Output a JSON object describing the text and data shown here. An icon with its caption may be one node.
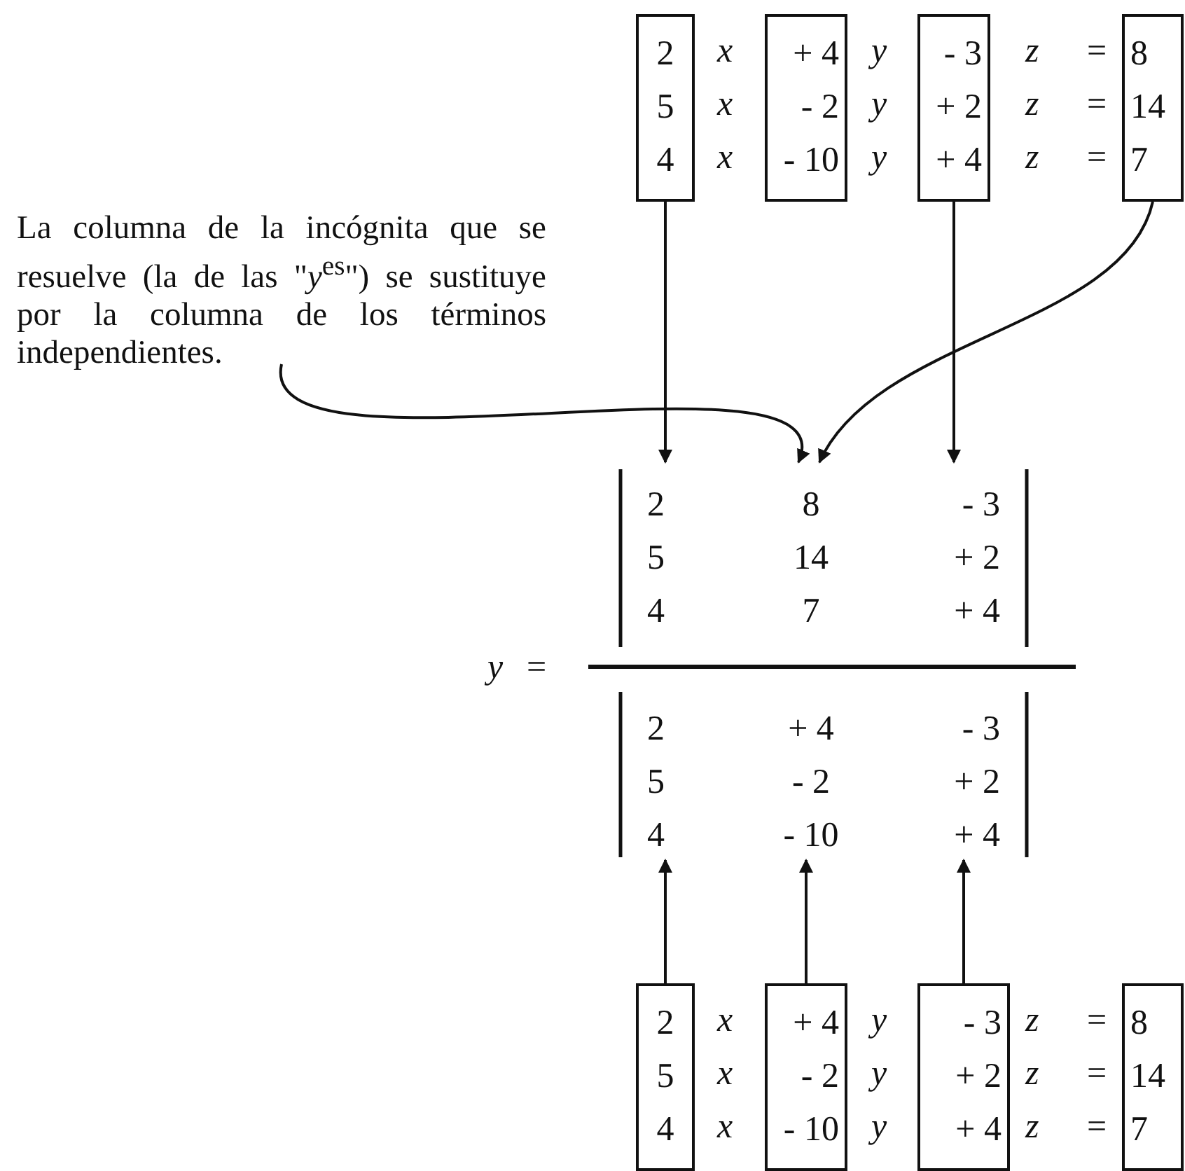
{
  "diagram": {
    "nodes": [
      {
        "text": [
          "2",
          "5",
          "4"
        ]
      },
      {
        "text": [
          "+ 4",
          "- 2",
          "- 10"
        ]
      },
      {
        "text": [
          "- 3",
          "+ 2",
          "+ 4"
        ]
      },
      {
        "text": [
          "8",
          "14",
          "7"
        ]
      },
      {
        "text": [
          "La columna de la incógnita que se resuelve (la de las \"*y*$^{es}$\") se sustituye por la columna de los términos independientes."
        ]
      },
      {
        "text": [
          "2",
          "5",
          "4"
        ]
      },
      {
        "text": [
          "8",
          "14",
          "7"
        ]
      },
      {
        "text": [
          "- 3",
          "+ 2",
          "+ 4"
        ]
      },
      {
        "text": [
          "2",
          "5",
          "4"
        ]
      },
      {
        "text": [
          "+ 4",
          "- 2",
          "- 10"
        ]
      },
      {
        "text": [
          "- 3",
          "+ 2",
          "+ 4"
        ]
      },
      {
        "text": [
          "2",
          "5",
          "4"
        ]
      },
      {
        "text": [
          "+ 4",
          "- 2",
          "- 10"
        ]
      },
      {
        "text": [
          "- 3",
          "+ 2",
          "+ 4"
        ]
      },
      {
        "text": [
          "8",
          "14",
          "7"
        ]
      }
    ],
    "edges": [
      {
        "from": 0,
        "to": 5,
        "arrow": "to"
      },
      {
        "from": 2,
        "to": 7,
        "arrow": "to"
      },
      {
        "from": 3,
        "to": 6,
        "arrow": "to"
      },
      {
        "from": 4,
        "to": 6,
        "arrow": "to"
      },
      {
        "from": 11,
        "to": 8,
        "arrow": "to"
      },
      {
        "from": 12,
        "to": 9,
        "arrow": "to"
      },
      {
        "from": 13,
        "to": 10,
        "arrow": "to"
      }
    ],
    "labels": [
      "x",
      "y",
      "z",
      "=",
      "x",
      "y",
      "z",
      "=",
      "x",
      "y",
      "z",
      "=",
      "y",
      "=",
      "x",
      "y",
      "z",
      "=",
      "x",
      "y",
      "z",
      "=",
      "x",
      "y",
      "z",
      "="
    ]
  }
}
